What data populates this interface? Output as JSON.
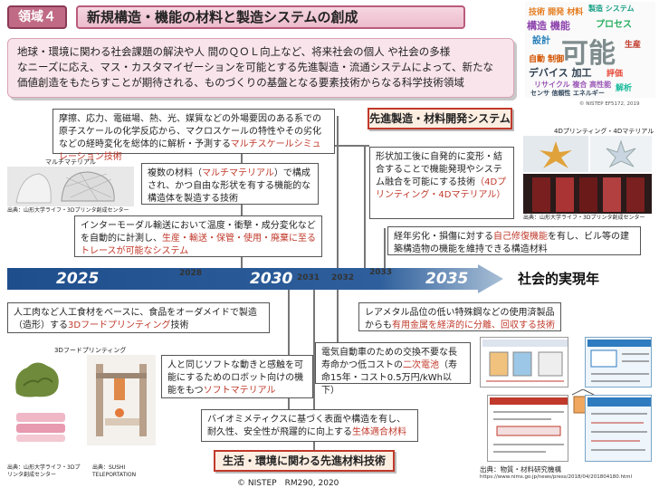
{
  "header": {
    "badge": "領域４",
    "title": "新規構造・機能の材料と製造システムの創成"
  },
  "intro": {
    "lines": [
      "地球・環境に関わる社会課題の解決や人 間のＱＯＬ向上など、将来社会の個人 や社会の多様",
      "なニーズに応え、マス・カスタマイゼーションを可能とする先進製造・流通システムによって、新たな",
      "価値創造をもたらすことが期待される、ものづくりの基盤となる要素技術からなる科学技術領域"
    ]
  },
  "wordcloud": {
    "main_word": "可能",
    "credit": "© NISTEP EF5172, 2019"
  },
  "sections": {
    "advanced": "先進製造・材料開発システム",
    "life": "生活・環境に関わる先進材料技術"
  },
  "timeline": {
    "years": [
      "2025",
      "2030",
      "2035"
    ],
    "sub_years": [
      "2028",
      "2031",
      "2032",
      "2033"
    ],
    "label": "社会的実現年",
    "colors": {
      "bar": "#1f4e8c",
      "bar_light": "#a9bfd6",
      "accent": "#c0392b"
    }
  },
  "top_items": {
    "multiscale": {
      "text": "摩擦、応力、電磁場、熱、光、媒質などの外場要因のある系での原子スケールの化学反応から、マクロスケールの特性やその劣化などの経時変化を総体的に解析・予測する",
      "hl": "マルチスケールシミュレーション技術"
    },
    "multimaterial": {
      "t1": "複数の材料（",
      "hl1": "マルチマテリアル",
      "t2": "）で構成され、かつ自由な形状を有する機能的な構造体を製造する技術"
    },
    "intermodal": {
      "t1": "インターモーダル輸送において温度・衝撃・成分変化などを自動的に計測し、",
      "hl": "生産・輸送・保管・使用・廃棄に至るトレースが可能なシステム"
    },
    "shape4d": {
      "t1": "形状加工後に自発的に変形・結合することで機能発現やシステム融合を可能にする技術",
      "hl": "（4Dプリンティング・4Dマテリアル）"
    },
    "selfrepair": {
      "t1": "経年劣化・損傷に対する",
      "hl": "自己修復機能",
      "t2": "を有し、ビル等の建築構造物の機能を維持できる構造材料"
    }
  },
  "bottom_items": {
    "food3d": {
      "t1": "人工肉など人工食材をベースに、食品をオーダメイドで製造（造形）する",
      "hl": "3Dフードプリンティング",
      "t2": "技術"
    },
    "softmaterial": {
      "t1": "人と同じソフトな動きと感触を可能にするためのロボット向けの機能をもつ",
      "hl": "ソフトマテリアル"
    },
    "biomimetics": {
      "t1": "バイオミメティクスに基づく表面や構造を有し、耐久性、安全性が飛躍的に向上する",
      "hl": "生体適合材料"
    },
    "raremetal": {
      "t1": "レアメタル品位の低い特殊鋼などの使用済製品からも",
      "hl": "有用金属を経済的に分離、回収する技術"
    },
    "battery": {
      "t1": "電気自動車のための交換不要な長寿命かつ低コストの",
      "hl": "二次電池",
      "t2": "（寿命15年・コスト0.5万円/kWh以下）"
    }
  },
  "photos": {
    "multimaterial_label": "マルチマテリアル",
    "multimaterial_credit": "出典：山形大学ライフ・3Dプリンタ創成センター",
    "print4d_label": "4Dプリンティング・4Dマテリアル",
    "print4d_credit": "出典：山形大学ライフ・3Dプリンタ創成センター",
    "food3d_label": "3Dフードプリンティング",
    "food3d_credit1": "出典：山形大学ライフ・3Dプリンタ創成センター",
    "food3d_credit2": "出典：SUSHI TELEPORTATION",
    "nims_credit": "出典：物質・材料研究機構",
    "nims_url": "https://www.nims.go.jp/news/press/2018/04/201804180.html"
  },
  "footer": "© NISTEP　RM290, 2020"
}
